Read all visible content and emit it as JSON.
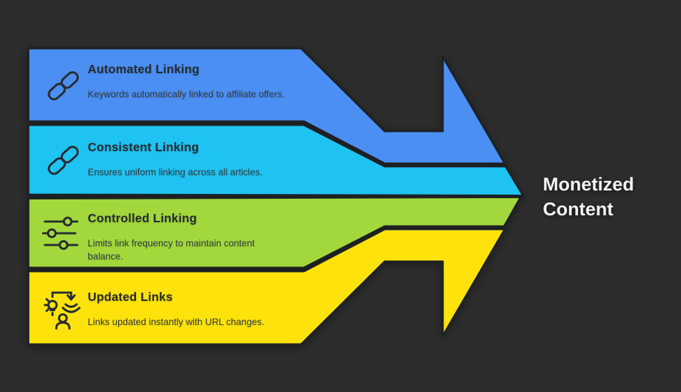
{
  "canvas": {
    "background_color": "#2d2d2d",
    "shape_outline_color": "#1d2124",
    "heading_text_color": "#262b30",
    "description_text_color": "#333b41",
    "result_text_color": "#f2f3f4"
  },
  "bands": [
    {
      "heading": "Automated Linking",
      "description": "Keywords automatically linked to affiliate offers.",
      "color": "#4b8ff2",
      "icon": "chain-link-icon"
    },
    {
      "heading": "Consistent Linking",
      "description": "Ensures uniform linking across all articles.",
      "color": "#1fc3f2",
      "icon": "chain-link-icon"
    },
    {
      "heading": "Controlled Linking",
      "description": "Limits link frequency to maintain content balance.",
      "color": "#a3d83c",
      "icon": "sliders-icon"
    },
    {
      "heading": "Updated Links",
      "description": "Links updated instantly with URL changes.",
      "color": "#fde30b",
      "icon": "update-broadcast-icon"
    }
  ],
  "result": {
    "label": "Monetized Content"
  }
}
